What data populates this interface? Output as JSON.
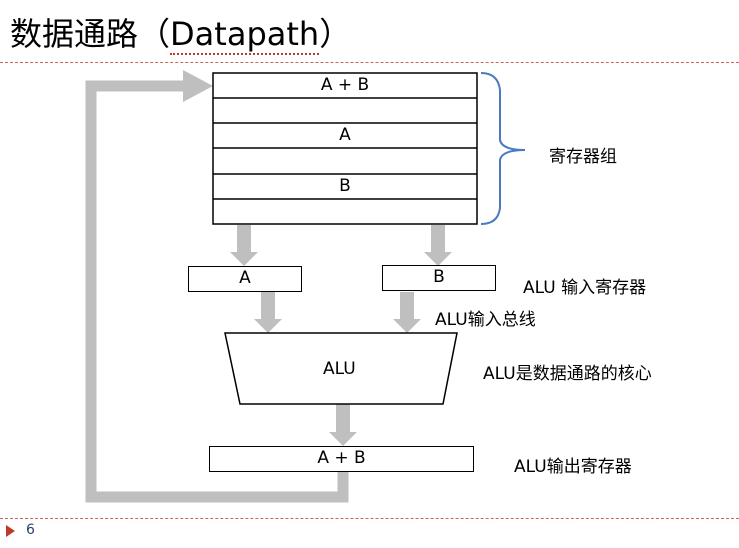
{
  "title": {
    "main": "数据通路",
    "paren_open": "（",
    "english": "Datapath",
    "paren_close": "）"
  },
  "register_file": {
    "rows": [
      "A + B",
      "",
      "A",
      "",
      "B",
      ""
    ],
    "label": "寄存器组"
  },
  "alu_input_registers": {
    "a": "A",
    "b": "B",
    "label": "ALU 输入寄存器"
  },
  "alu_input_bus_label": "ALU输入总线",
  "alu": {
    "text": "ALU",
    "label": "ALU是数据通路的核心"
  },
  "alu_output_register": {
    "text": "A + B",
    "label": "ALU输出寄存器"
  },
  "page_number": "6",
  "colors": {
    "arrow": "#bfbfbf",
    "brace": "#4a7ac0",
    "rule": "#c9665a",
    "marker": "#c0392b"
  }
}
